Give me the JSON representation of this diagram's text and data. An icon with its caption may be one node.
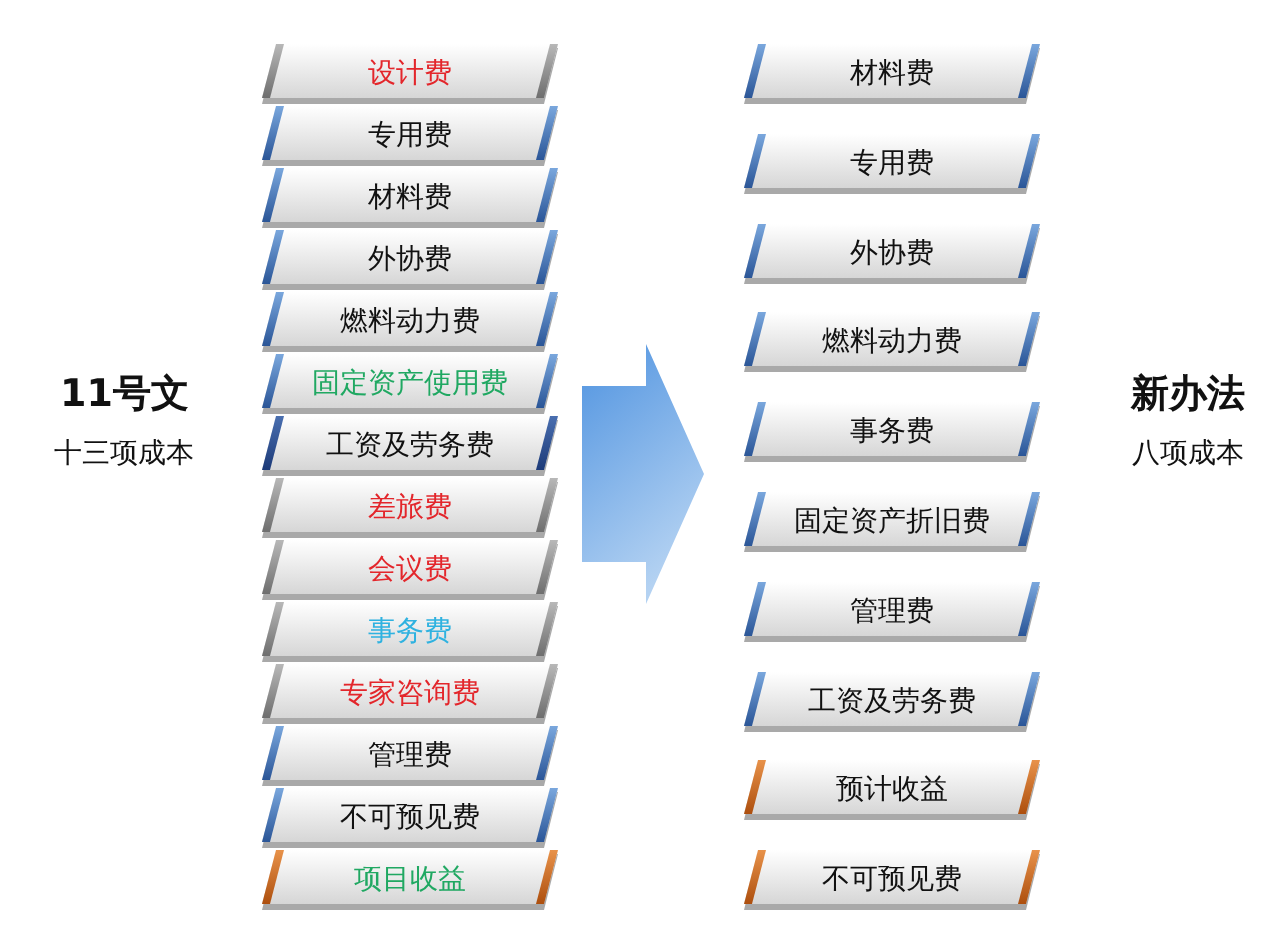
{
  "diagram": {
    "nodes": [
      {
        "text": [
          "11号文",
          "十三项成本"
        ]
      },
      {
        "text": [
          "设计费"
        ],
        "in": 0
      },
      {
        "text": [
          "专用费"
        ],
        "in": 0
      },
      {
        "text": [
          "材料费"
        ],
        "in": 0
      },
      {
        "text": [
          "外协费"
        ],
        "in": 0
      },
      {
        "text": [
          "燃料动力费"
        ],
        "in": 0
      },
      {
        "text": [
          "固定资产使用费"
        ],
        "in": 0
      },
      {
        "text": [
          "工资及劳务费"
        ],
        "in": 0
      },
      {
        "text": [
          "差旅费"
        ],
        "in": 0
      },
      {
        "text": [
          "会议费"
        ],
        "in": 0
      },
      {
        "text": [
          "事务费"
        ],
        "in": 0
      },
      {
        "text": [
          "专家咨询费"
        ],
        "in": 0
      },
      {
        "text": [
          "管理费"
        ],
        "in": 0
      },
      {
        "text": [
          "不可预见费"
        ],
        "in": 0
      },
      {
        "text": [
          "项目收益"
        ],
        "in": 0
      },
      {
        "text": [
          "新办法",
          "八项成本"
        ]
      },
      {
        "text": [
          "材料费"
        ],
        "in": 15
      },
      {
        "text": [
          "专用费"
        ],
        "in": 15
      },
      {
        "text": [
          "外协费"
        ],
        "in": 15
      },
      {
        "text": [
          "燃料动力费"
        ],
        "in": 15
      },
      {
        "text": [
          "事务费"
        ],
        "in": 15
      },
      {
        "text": [
          "固定资产折旧费"
        ],
        "in": 15
      },
      {
        "text": [
          "管理费"
        ],
        "in": 15
      },
      {
        "text": [
          "工资及劳务费"
        ],
        "in": 15
      },
      {
        "text": [
          "预计收益"
        ],
        "in": 15
      },
      {
        "text": [
          "不可预见费"
        ],
        "in": 15
      }
    ],
    "edges": [
      {
        "from": 0,
        "to": 15,
        "arrow": "to"
      }
    ]
  }
}
